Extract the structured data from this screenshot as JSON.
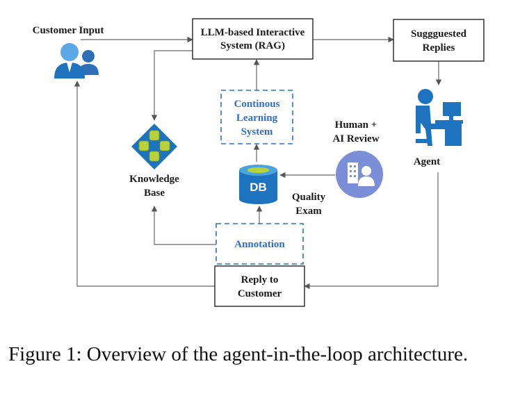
{
  "nodes": {
    "customer_input": "Customer Input",
    "llm_system": [
      "LLM-based Interactive",
      "System (RAG)"
    ],
    "suggested_replies": [
      "Suggguested",
      "Replies"
    ],
    "continuous_learning": [
      "Continous",
      "Learning",
      "System"
    ],
    "human_ai_review": [
      "Human +",
      "AI Review"
    ],
    "agent": "Agent",
    "knowledge_base": [
      "Knowledge",
      "Base"
    ],
    "db_icon_text": "DB",
    "quality_exam": [
      "Quality",
      "Exam"
    ],
    "annotation": "Annotation",
    "reply_to_customer": [
      "Reply to",
      "Customer"
    ]
  },
  "icons": {
    "customer": "users-icon",
    "agent": "agent-at-desk-icon",
    "knowledge": "knowledge-base-icon",
    "database": "database-icon",
    "review": "review-badge-icon"
  },
  "colors": {
    "blue_primary": "#1e73be",
    "blue_light": "#4aa3df",
    "blue_dashed": "#2a6fd0",
    "review_purple": "#7b8fd8",
    "kb_green": "#b7d339",
    "arrow": "#555555"
  },
  "caption": "Figure 1: Overview of the agent-in-the-loop architecture."
}
